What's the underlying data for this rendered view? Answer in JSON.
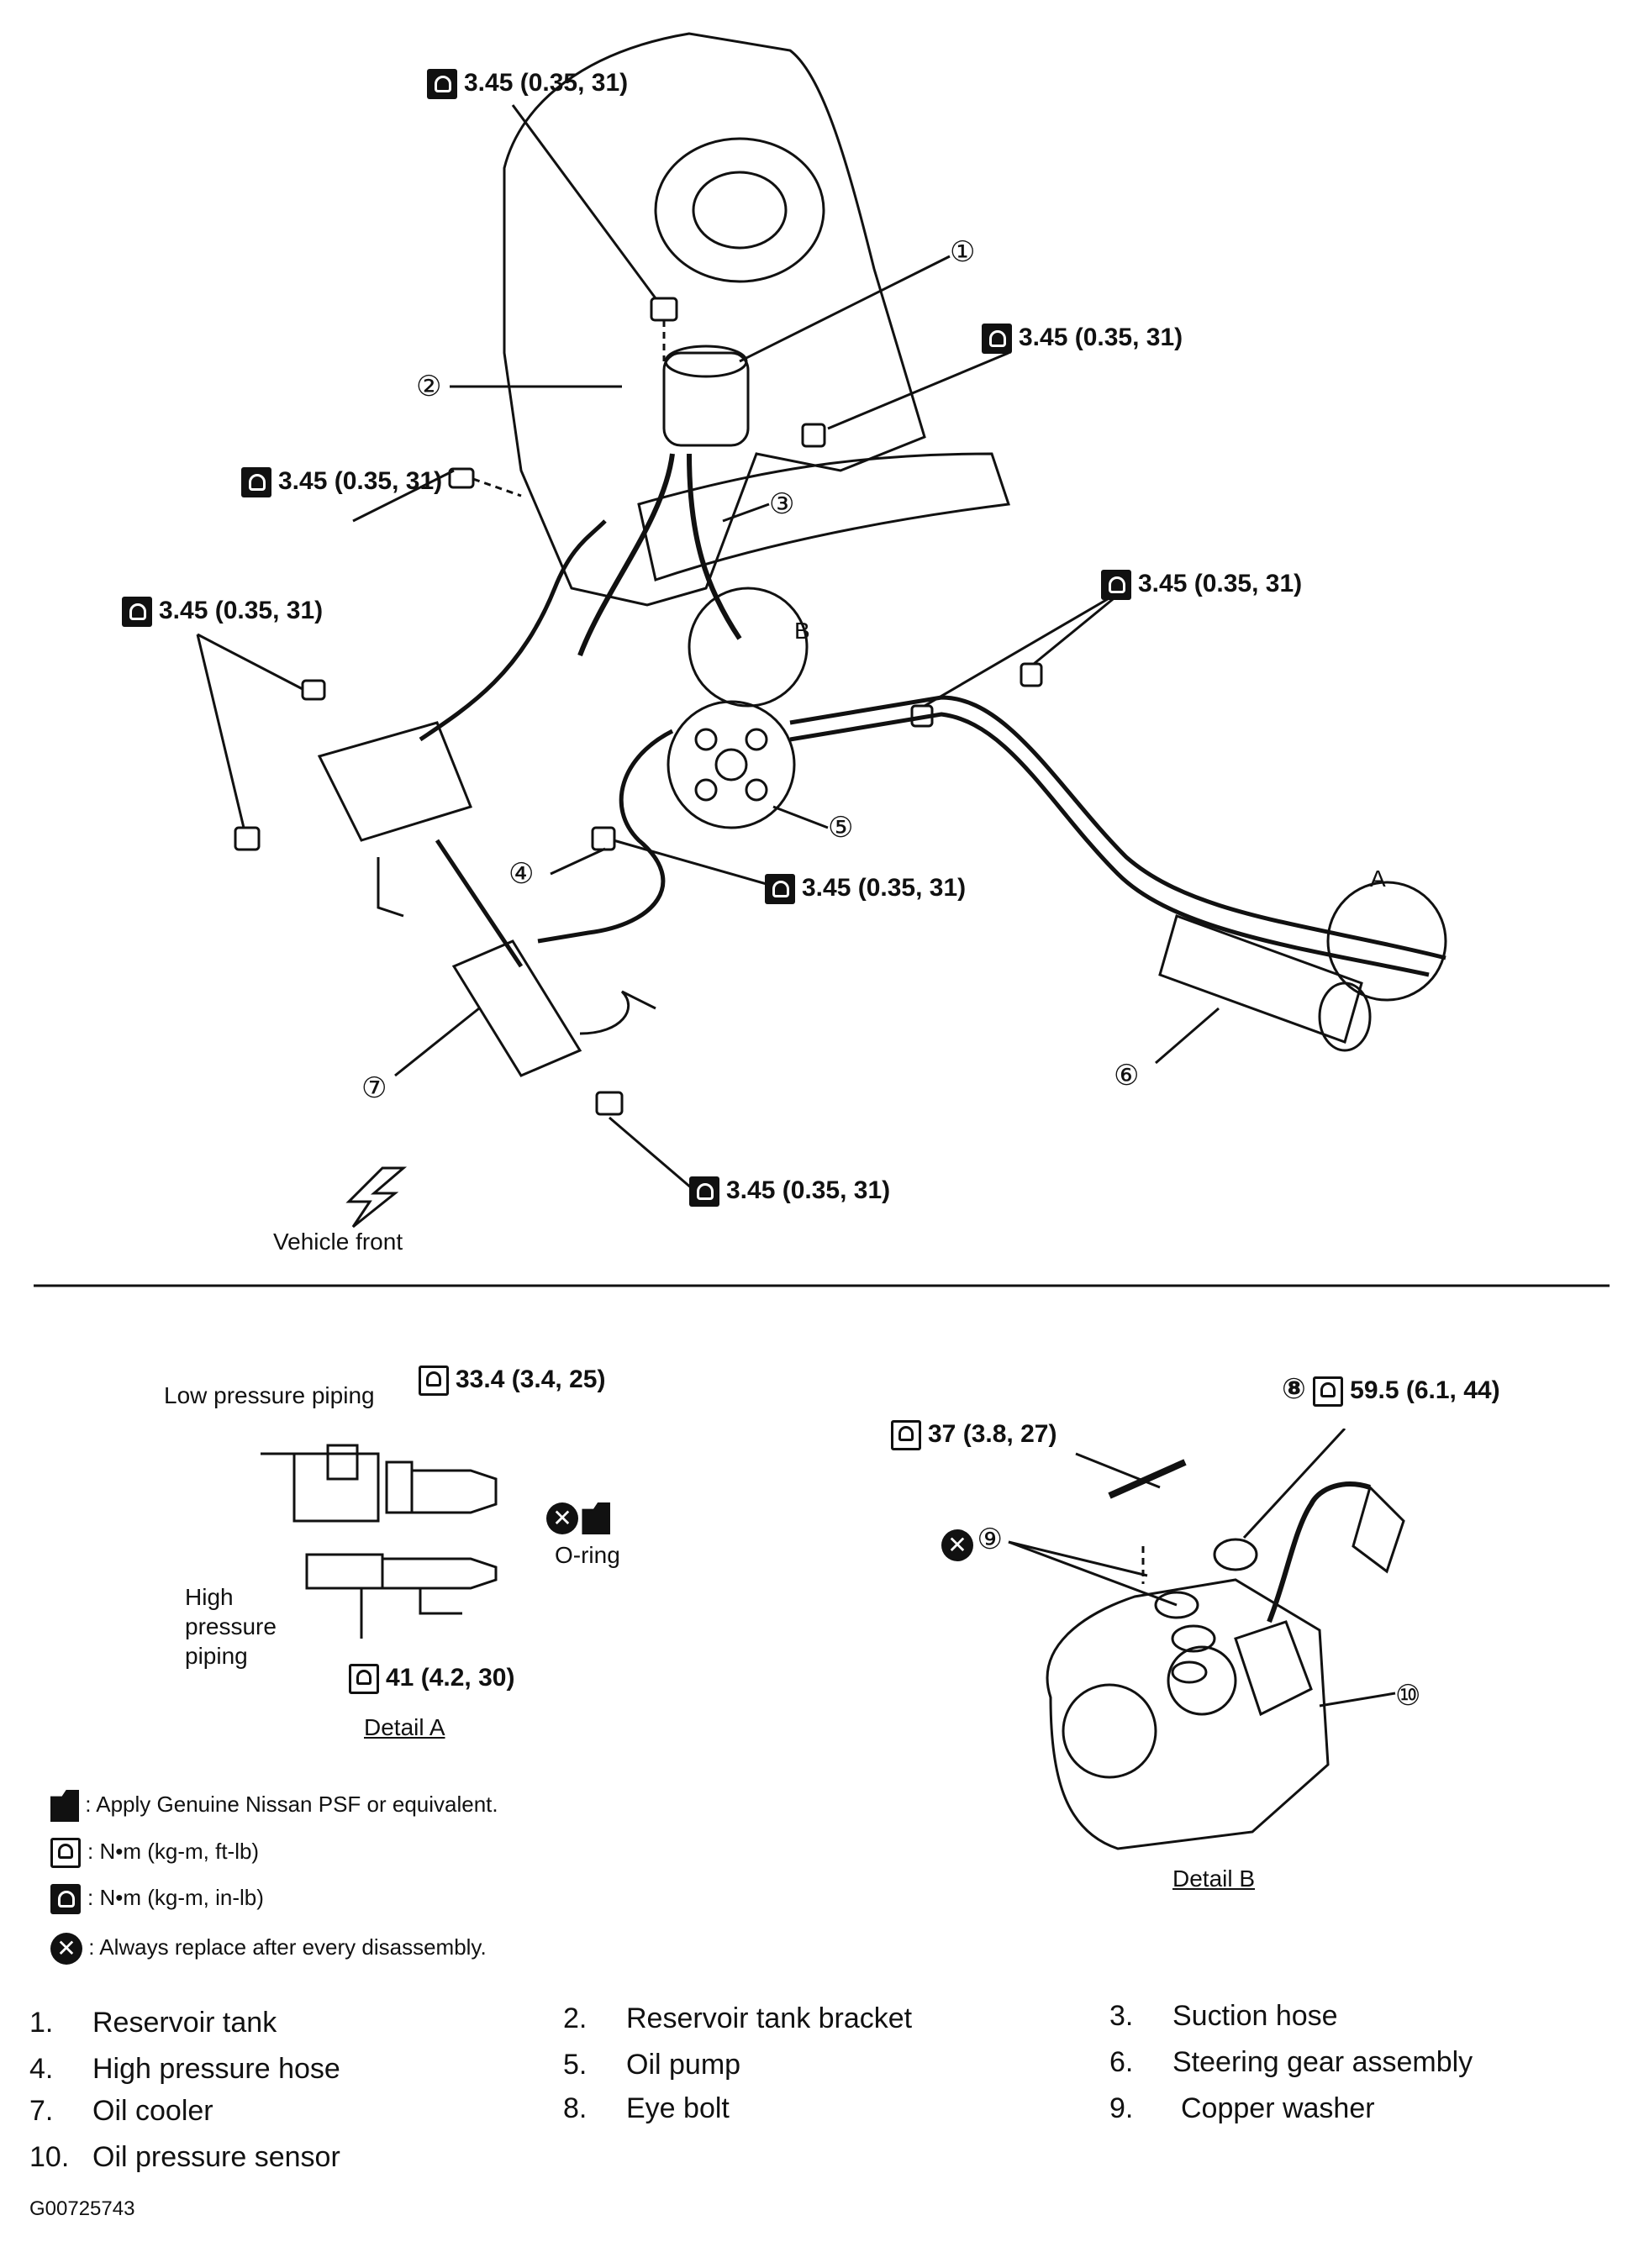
{
  "torque_labels": {
    "t1": "3.45 (0.35, 31)",
    "t2": "3.45 (0.35, 31)",
    "t3": "3.45 (0.35, 31)",
    "t4": "3.45 (0.35, 31)",
    "t5": "3.45 (0.35, 31)",
    "t6": "3.45 (0.35, 31)",
    "t7": "3.45 (0.35, 31)"
  },
  "callouts": {
    "c1": "①",
    "c2": "②",
    "c3": "③",
    "c4": "④",
    "c5": "⑤",
    "c6": "⑥",
    "c7": "⑦",
    "c8": "⑧",
    "c9": "⑨",
    "c10": "⑩"
  },
  "detail_letters": {
    "a": "A",
    "b": "B"
  },
  "vehicle_front": "Vehicle front",
  "detail_a": {
    "title": "Detail A",
    "low_pressure": "Low pressure piping",
    "high_pressure_1": "High",
    "high_pressure_2": "pressure",
    "high_pressure_3": "piping",
    "o_ring": "O-ring",
    "torque_low": "33.4 (3.4, 25)",
    "torque_high": "41 (4.2, 30)"
  },
  "detail_b": {
    "title": "Detail B",
    "torque_eye_bolt": "59.5 (6.1, 44)",
    "torque_bolt": "37 (3.8, 27)"
  },
  "legend": {
    "apply_psf": ": Apply Genuine Nissan PSF or equivalent.",
    "nm_ftlb": ": N•m (kg-m, ft-lb)",
    "nm_inlb": ": N•m (kg-m, in-lb)",
    "replace": ": Always replace after every disassembly."
  },
  "parts": [
    {
      "n": "1.",
      "name": "Reservoir tank"
    },
    {
      "n": "2.",
      "name": "Reservoir tank bracket"
    },
    {
      "n": "3.",
      "name": "Suction hose"
    },
    {
      "n": "4.",
      "name": "High pressure hose"
    },
    {
      "n": "5.",
      "name": "Oil pump"
    },
    {
      "n": "6.",
      "name": "Steering gear assembly"
    },
    {
      "n": "7.",
      "name": "Oil cooler"
    },
    {
      "n": "8.",
      "name": "Eye bolt"
    },
    {
      "n": "9.",
      "name": "Copper washer"
    },
    {
      "n": "10.",
      "name": "Oil pressure sensor"
    }
  ],
  "figure_code": "G00725743",
  "icons": [
    "torque-in-lb-icon",
    "torque-ft-lb-icon",
    "replace-x-icon",
    "fluid-can-icon"
  ]
}
